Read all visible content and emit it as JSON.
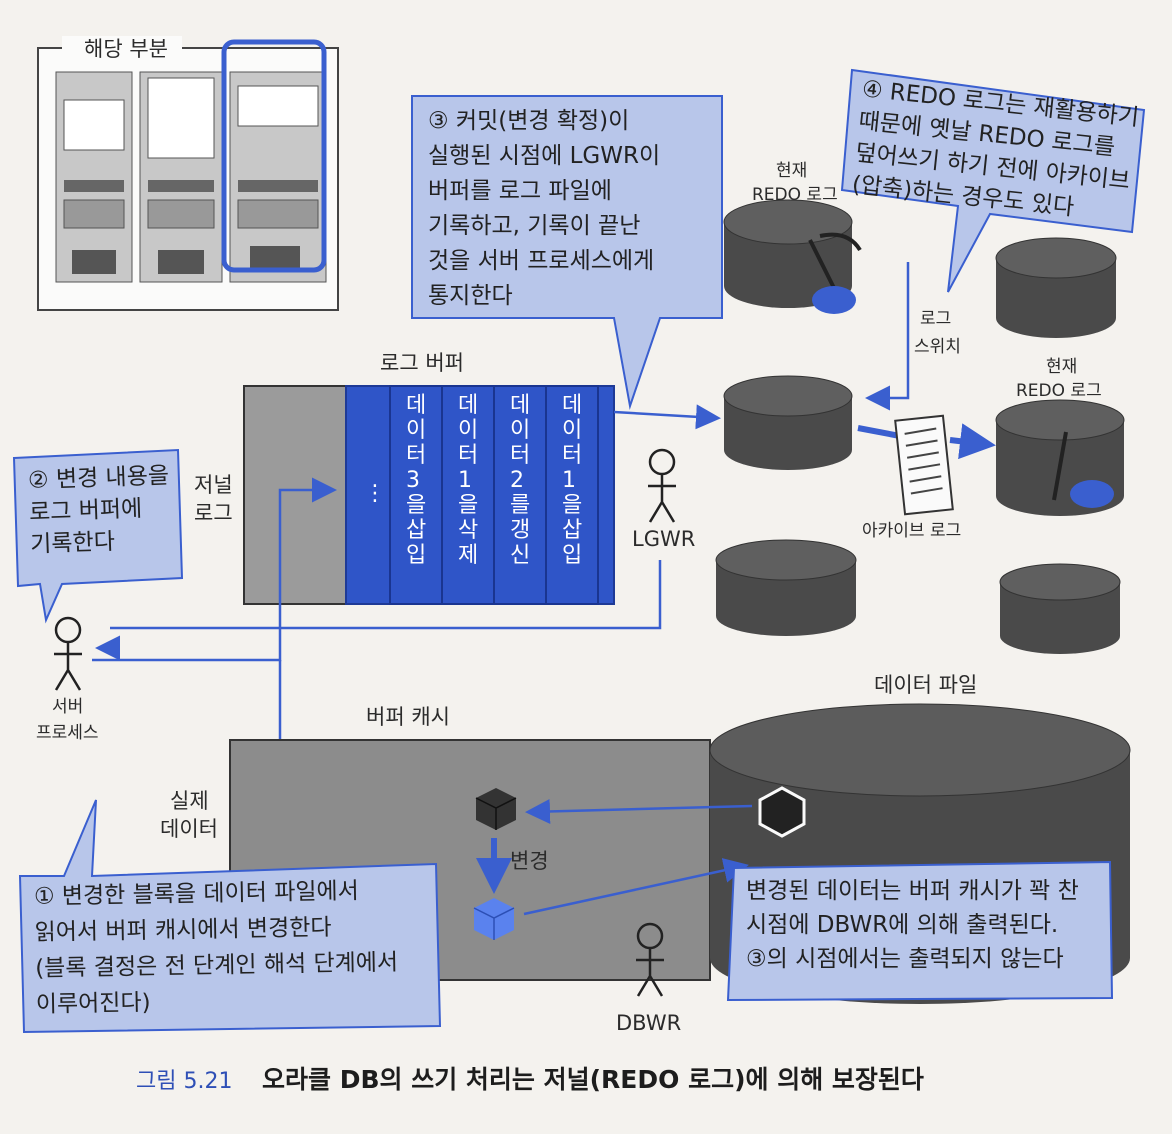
{
  "thumbnail": {
    "label": "해당 부분"
  },
  "callouts": {
    "c3": [
      "③ 커밋(변경 확정)이",
      "실행된 시점에 LGWR이",
      "버퍼를 로그 파일에",
      "기록하고, 기록이 끝난",
      "것을 서버 프로세스에게",
      "통지한다"
    ],
    "c4": [
      "④ REDO 로그는 재활용하기",
      "때문에 옛날 REDO 로그를",
      "덮어쓰기 하기 전에 아카이브",
      "(압축)하는 경우도 있다"
    ],
    "c2": [
      "② 변경 내용을",
      "로그 버퍼에",
      "기록한다"
    ],
    "c1": [
      "① 변경한 블록을 데이터 파일에서",
      "읽어서 버퍼 캐시에서 변경한다",
      "(블록 결정은 전 단계인 해석 단계에서",
      "이루어진다)"
    ],
    "cdb": [
      "변경된 데이터는 버퍼 캐시가 꽉 찬",
      "시점에 DBWR에 의해 출력된다.",
      "③의 시점에서는 출력되지 않는다"
    ]
  },
  "log_buffer": {
    "title": "로그 버퍼",
    "side_label": [
      "저널",
      "로그"
    ],
    "ellipsis": "⋮",
    "columns": [
      "데이터3을삽입",
      "데이터1을삭제",
      "데이터2를갱신",
      "데이터1을삽입"
    ]
  },
  "redo": {
    "current_label_top": [
      "현재",
      "REDO 로그"
    ],
    "current_label_right": [
      "현재",
      "REDO 로그"
    ],
    "log_switch": [
      "로그",
      "스위치"
    ],
    "archive_label": "아카이브 로그"
  },
  "actors": {
    "lgwr": "LGWR",
    "server": [
      "서버",
      "프로세스"
    ],
    "dbwr": "DBWR"
  },
  "buffer_cache": {
    "title": "버퍼 캐시",
    "side_label": [
      "실제",
      "데이터"
    ],
    "change_label": "변경"
  },
  "data_file": {
    "title": "데이터 파일"
  },
  "caption": {
    "number": "그림 5.21",
    "text": "오라클 DB의 쓰기 처리는 저널(REDO 로그)에 의해 보장된다"
  },
  "colors": {
    "accent_blue": "#3a5fcf",
    "callout_fill": "#b8c6ea",
    "cylinder": "#4a4a4a",
    "panel_gray": "#8c8c8c"
  }
}
